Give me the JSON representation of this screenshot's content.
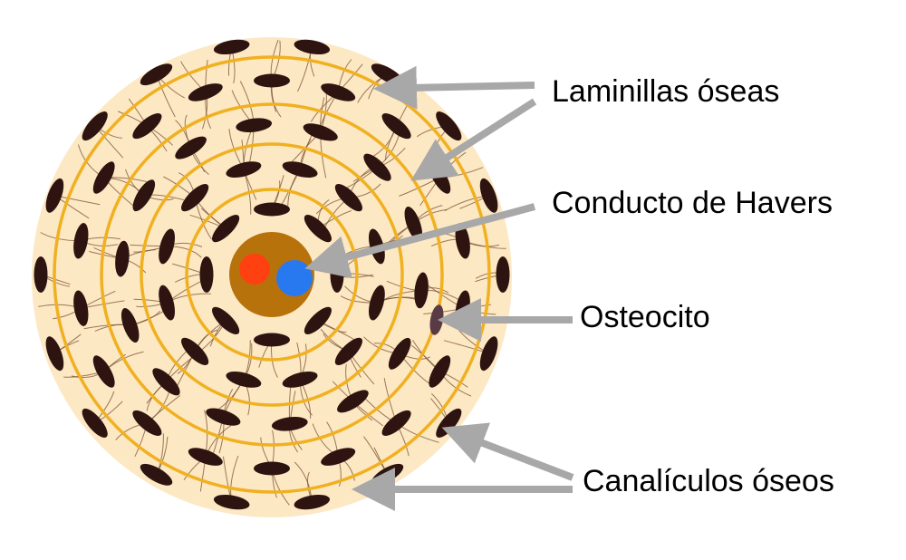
{
  "labels": {
    "laminillas": "Laminillas óseas",
    "havers": "Conducto de Havers",
    "osteocito": "Osteocito",
    "canaliculos": "Canalículos óseos"
  },
  "colors": {
    "matrix": "#fde8c4",
    "lamella": "#f0b020",
    "canaliculi": "#7a5030",
    "osteocyte": "#2e1410",
    "osteocyte_highlight": "#5a3a44",
    "canal": "#b8720c",
    "artery": "#ff4010",
    "vein": "#2878f0",
    "arrow": "#a8a8a8",
    "text": "#000000"
  }
}
